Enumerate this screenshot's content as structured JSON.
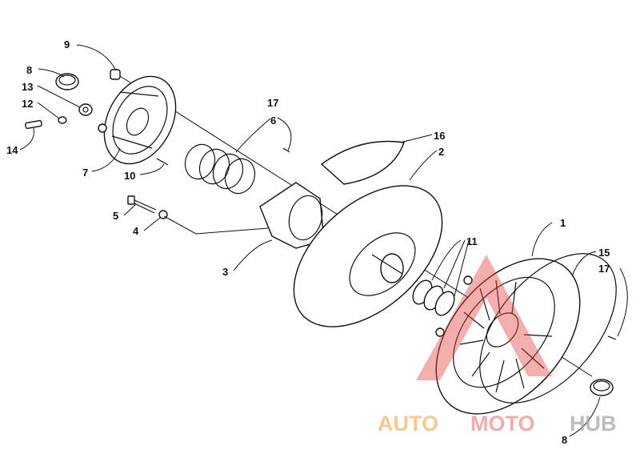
{
  "callouts": {
    "c1": "1",
    "c2": "2",
    "c3": "3",
    "c4": "4",
    "c5": "5",
    "c6": "6",
    "c7": "7",
    "c8a": "8",
    "c8b": "8",
    "c9": "9",
    "c10": "10",
    "c11": "11",
    "c12": "12",
    "c13": "13",
    "c14": "14",
    "c15": "15",
    "c16": "16",
    "c17a": "17",
    "c17b": "17"
  },
  "watermark": {
    "auto": "AUTO",
    "moto": "MOTO",
    "hub": "HUB"
  },
  "colors": {
    "line": "#111111",
    "watermark_red": "#e23b3b",
    "watermark_orange": "#f2b66a",
    "watermark_gray": "#a8a8a8"
  }
}
